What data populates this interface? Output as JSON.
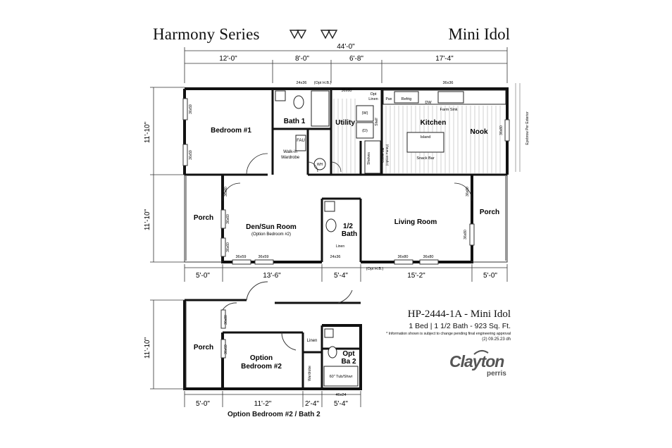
{
  "header": {
    "series": "Harmony Series",
    "model": "Mini Idol"
  },
  "dimensions": {
    "overall": "44'-0\"",
    "top": [
      "12'-0\"",
      "8'-0\"",
      "6'-8\"",
      "17'-4\""
    ],
    "bottom": [
      "5'-0\"",
      "13'-6\"",
      "5'-4\"",
      "15'-2\"",
      "5'-0\""
    ],
    "left": [
      "11'-10\"",
      "11'-10\""
    ],
    "option_left": "11'-10\"",
    "option_bottom": [
      "5'-0\"",
      "11'-2\"",
      "2'-4\"",
      "5'-4\""
    ]
  },
  "rooms": {
    "bedroom1": "Bedroom #1",
    "bath1": "Bath 1",
    "utility": "Utility",
    "kitchen": "Kitchen",
    "nook": "Nook",
    "porch_left": "Porch",
    "porch_right": "Porch",
    "den": "Den/Sun Room",
    "den_option": "(Option Bedroom #2)",
    "half_bath": "1/2",
    "half_bath_2": "Bath",
    "living": "Living Room",
    "walkin": "Walk-in",
    "wardrobe": "Wardrobe",
    "linen": "Linen",
    "opt_porch": "Porch",
    "opt_bedroom": "Option",
    "opt_bedroom_2": "Bedroom #2",
    "opt_linen": "Linen",
    "opt_bath": "Opt",
    "opt_bath_2": "Ba 2",
    "opt_tub": "60\" Tub/Shwr",
    "opt_wardrobe": "Wardrobe"
  },
  "fixtures": {
    "w24x36": "24x36",
    "opt_hb": "(Opt H.B.)",
    "w36x60a": "36x60",
    "opt_linen": "Opt",
    "opt_linen_2": "Linen",
    "w36x36": "36x36",
    "pan": "Pan",
    "refrig": "Refrig",
    "dw": "DW",
    "farm_sink": "Farm Sink",
    "island": "Island",
    "snack_bar": "Snack Bar",
    "fau": "FAU",
    "wh": "WH",
    "washer": "(W)",
    "dryer": "(D)",
    "shelf": "Shelf",
    "shelves": "Shelves",
    "coffee_bar": "Coffee Bar",
    "coffee_bar_2": "(Option Pantry)",
    "eyebrow": "Eyebrow Per Exterior",
    "w36x59a": "36x59",
    "w36x59b": "36x59",
    "w36x60_porch": "36x80",
    "w36x60_den": "36x60",
    "w36x60_den2": "36x60",
    "w36x59_den3": "36x59",
    "w36x59_den4": "36x59",
    "w24x36_b": "24x36",
    "opt_hb_b": "(Opt H.B.)",
    "w36x80a": "36x80",
    "w36x80b": "36x80",
    "w36x80_nook": "36x80",
    "w36x80_right": "36x80",
    "w36x80_living": "36x80",
    "w36x80_opt": "36x80",
    "w36x59_opt": "36x59",
    "w46x24": "46x24"
  },
  "info": {
    "plan_name": "HP-2444-1A - Mini Idol",
    "specs": "1 Bed | 1 1/2 Bath - 923 Sq. Ft.",
    "disclaimer": "* Information shown is subject to change pending final engineering approval",
    "revision": "(2) 09.25.23 dh"
  },
  "logo": {
    "brand": "Clayton",
    "sub": "perris"
  },
  "caption": "Option Bedroom #2 / Bath 2"
}
